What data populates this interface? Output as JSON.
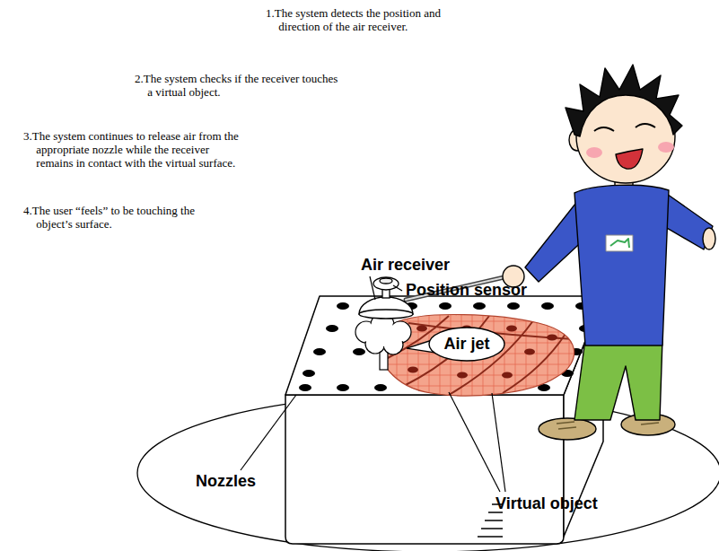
{
  "diagram": {
    "nodes": [
      {
        "text": [
          "Air jet"
        ]
      }
    ],
    "labels": [
      "1.The system detects the position and direction of the air receiver.",
      "2.The system checks if the receiver touches a virtual object.",
      "3.The system continues to release air from the appropriate nozzle while the receiver remains in contact with the virtual surface.",
      "4.The user “feels” to be touching the object’s surface.",
      "Air receiver",
      "Position sensor",
      "Nozzles",
      "Virtual object"
    ]
  }
}
